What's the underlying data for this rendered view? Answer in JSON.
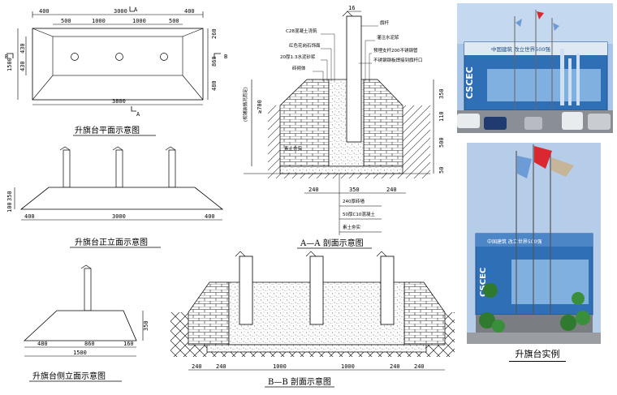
{
  "plan": {
    "title": "升旗台平面示意图",
    "dims_top": [
      "400",
      "3000",
      "400"
    ],
    "dims_top2": [
      "500",
      "1000",
      "1000",
      "500"
    ],
    "dim_bottom": "3800",
    "dims_left": [
      "1500",
      "430",
      "430"
    ],
    "dims_right": [
      "260",
      "860",
      "480"
    ],
    "section_a": "A",
    "section_b": "B"
  },
  "front": {
    "title": "升旗台正立面示意图",
    "dims_bottom": [
      "400",
      "3000",
      "400"
    ],
    "dims_left": [
      "100",
      "350"
    ]
  },
  "side": {
    "title": "升旗台侧立面示意图",
    "dims_bottom": [
      "480",
      "860",
      "160"
    ],
    "dim_total": "1500",
    "dim_right": "350"
  },
  "section_aa": {
    "title": "A—A 剖面示意图",
    "labels": [
      "C28混凝土浇筑",
      "红色花岗石饰面",
      "20厚1:3水泥砂浆",
      "砖砌体",
      "旗杆",
      "灌注水泥浆",
      "预埋支杆200不锈钢管",
      "不锈钢钢板焊接到旗杆口"
    ],
    "dim_top": "16",
    "dims_right": [
      "350",
      "110",
      "500",
      "50"
    ],
    "dim_left": "≥700",
    "left_note": "(视铺装情况而定)",
    "soil": "素土夯实",
    "dims_bottom": [
      "240",
      "350",
      "240"
    ],
    "layers": [
      "240厚砖墙",
      "50厚C10混凝土",
      "素土夯实"
    ]
  },
  "section_bb": {
    "title": "B—B 剖面示意图",
    "dims_bottom": [
      "240",
      "240",
      "1000",
      "1000",
      "240",
      "240"
    ]
  },
  "photo": {
    "caption": "升旗台实例",
    "billboard_text": "中国建筑 改立世界500强",
    "billboard_side": "CSCEC",
    "colors": {
      "sky": "#a9c6e8",
      "billboard": "#2f6fb5",
      "flag_red": "#d9282f",
      "flag_blue": "#6d9bd6"
    }
  }
}
